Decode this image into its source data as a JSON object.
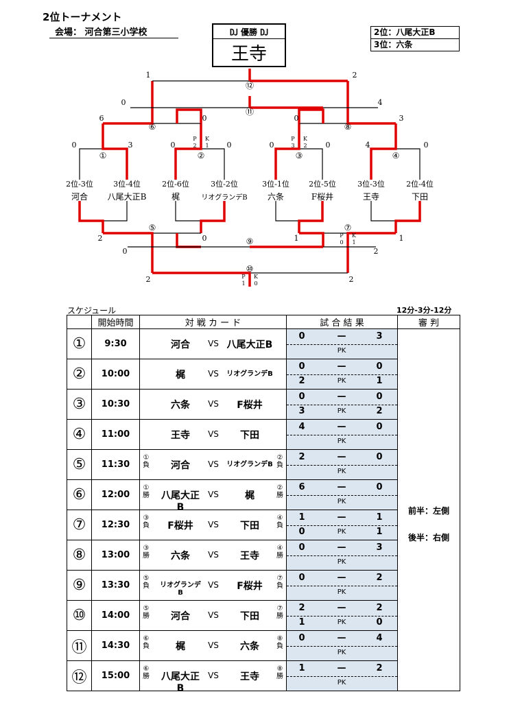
{
  "title": "2位トーナメント",
  "venue": "会場：  河合第三小学校",
  "champion_label": "🆐 優勝 🆐",
  "champion": "王寺",
  "places": [
    "2位：八尾大正B",
    "3位：六条"
  ],
  "bracket": {
    "teams": [
      {
        "seed": "2位-3位",
        "name": "河合"
      },
      {
        "seed": "3位-4位",
        "name": "八尾大正B"
      },
      {
        "seed": "2位-6位",
        "name": "梶"
      },
      {
        "seed": "3位-2位",
        "name": "リオグランデB"
      },
      {
        "seed": "3位-1位",
        "name": "六条"
      },
      {
        "seed": "2位-5位",
        "name": "F桜井"
      },
      {
        "seed": "3位-3位",
        "name": "王寺"
      },
      {
        "seed": "2位-4位",
        "name": "下田"
      }
    ],
    "match_marks": [
      "①",
      "②",
      "③",
      "④",
      "⑤",
      "⑥",
      "⑦",
      "⑧",
      "⑨",
      "⑩",
      "⑪",
      "⑫"
    ],
    "scores": {
      "m1": [
        "0",
        "3"
      ],
      "m2": [
        "0",
        "0"
      ],
      "m3": [
        "0",
        "0"
      ],
      "m4": [
        "4",
        "0"
      ],
      "m6": [
        "6",
        "0"
      ],
      "m8": [
        "0",
        "3"
      ],
      "m11": [
        "0",
        "4"
      ],
      "m12": [
        "1",
        "2"
      ],
      "m5": [
        "2",
        "0"
      ],
      "m7": [
        "1",
        "1"
      ],
      "m9": [
        "0",
        "2"
      ],
      "m10": [
        "2",
        "2"
      ]
    },
    "pk_label": [
      "P",
      "K"
    ],
    "pk": {
      "m2": [
        "2",
        "1"
      ],
      "m3": [
        "3",
        "2"
      ],
      "m7": [
        "0",
        "1"
      ],
      "m10": [
        "1",
        "0"
      ]
    }
  },
  "schedule_label": "スケジュール",
  "rule": "12分-3分-12分",
  "headers": [
    "開始時間",
    "対 戦 カ ー ド",
    "試 合 結 果",
    "審 判"
  ],
  "vs": "VS",
  "dash": "—",
  "pk": "PK",
  "referee": [
    "前半：左側",
    "後半：右側"
  ],
  "matches": [
    {
      "no": "①",
      "time": "9:30",
      "a": "河合",
      "b": "八尾大正B",
      "na": "",
      "nb": "",
      "sa": "0",
      "sb": "3",
      "pa": "",
      "pb": ""
    },
    {
      "no": "②",
      "time": "10:00",
      "a": "梶",
      "b": "リオグランデB",
      "na": "",
      "nb": "",
      "sa": "0",
      "sb": "0",
      "pa": "2",
      "pb": "1"
    },
    {
      "no": "③",
      "time": "10:30",
      "a": "六条",
      "b": "F桜井",
      "na": "",
      "nb": "",
      "sa": "0",
      "sb": "0",
      "pa": "3",
      "pb": "2"
    },
    {
      "no": "④",
      "time": "11:00",
      "a": "王寺",
      "b": "下田",
      "na": "",
      "nb": "",
      "sa": "4",
      "sb": "0",
      "pa": "",
      "pb": ""
    },
    {
      "no": "⑤",
      "time": "11:30",
      "a": "河合",
      "b": "リオグランデB",
      "na": "①負",
      "nb": "②負",
      "sa": "2",
      "sb": "0",
      "pa": "",
      "pb": ""
    },
    {
      "no": "⑥",
      "time": "12:00",
      "a": "八尾大正B",
      "b": "梶",
      "na": "①勝",
      "nb": "②勝",
      "sa": "6",
      "sb": "0",
      "pa": "",
      "pb": ""
    },
    {
      "no": "⑦",
      "time": "12:30",
      "a": "F桜井",
      "b": "下田",
      "na": "③負",
      "nb": "④負",
      "sa": "1",
      "sb": "1",
      "pa": "0",
      "pb": "1"
    },
    {
      "no": "⑧",
      "time": "13:00",
      "a": "六条",
      "b": "王寺",
      "na": "③勝",
      "nb": "④勝",
      "sa": "0",
      "sb": "3",
      "pa": "",
      "pb": ""
    },
    {
      "no": "⑨",
      "time": "13:30",
      "a": "リオグランデB",
      "b": "F桜井",
      "na": "⑤負",
      "nb": "⑦負",
      "sa": "0",
      "sb": "2",
      "pa": "",
      "pb": ""
    },
    {
      "no": "⑩",
      "time": "14:00",
      "a": "河合",
      "b": "下田",
      "na": "⑤勝",
      "nb": "⑦勝",
      "sa": "2",
      "sb": "2",
      "pa": "1",
      "pb": "0"
    },
    {
      "no": "⑪",
      "time": "14:30",
      "a": "梶",
      "b": "六条",
      "na": "⑥負",
      "nb": "⑧負",
      "sa": "0",
      "sb": "4",
      "pa": "",
      "pb": ""
    },
    {
      "no": "⑫",
      "time": "15:00",
      "a": "八尾大正B",
      "b": "王寺",
      "na": "⑥勝",
      "nb": "⑧勝",
      "sa": "1",
      "sb": "2",
      "pa": "",
      "pb": ""
    }
  ]
}
